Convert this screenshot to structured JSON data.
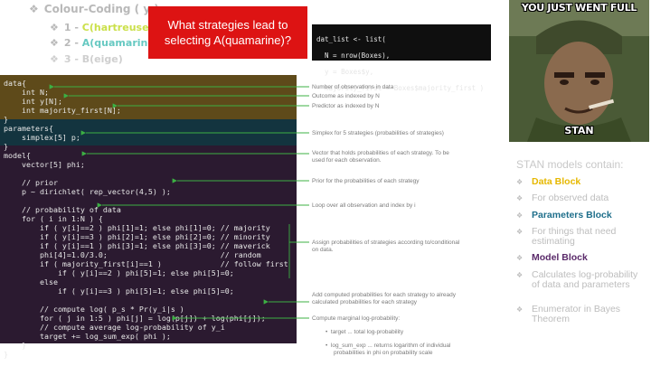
{
  "top_bullets": {
    "main": "Colour-Coding ( y ):",
    "items": [
      {
        "num": "1 - ",
        "colored": "C(hartreuse)",
        "color": "#cbe04a"
      },
      {
        "num": "2 - ",
        "colored": "A(quamarine)",
        "color": "#67c9c2"
      },
      {
        "num": "3 - ",
        "colored": "B(eige)",
        "color": "#cfcfcf"
      }
    ]
  },
  "question": "What strategies lead to selecting A(quamarine)?",
  "r_code": [
    "dat_list <- list(",
    "  N = nrow(Boxes),",
    "  y = Boxes$y,",
    "  majority_first = Boxes$majority_first )"
  ],
  "code_lines": [
    "data{",
    "    int N;",
    "    int y[N];",
    "    int majority_first[N];",
    "}",
    "parameters{",
    "    simplex[5] p;",
    "}",
    "model{",
    "    vector[5] phi;",
    "",
    "    // prior",
    "    p ~ dirichlet( rep_vector(4,5) );",
    "",
    "    // probability of data",
    "    for ( i in 1:N ) {",
    "        if ( y[i]==2 ) phi[1]=1; else phi[1]=0; // majority",
    "        if ( y[i]==3 ) phi[2]=1; else phi[2]=0; // minority",
    "        if ( y[i]==1 ) phi[3]=1; else phi[3]=0; // maverick",
    "        phi[4]=1.0/3.0;                         // random",
    "        if ( majority_first[i]==1 )             // follow first",
    "            if ( y[i]==2 ) phi[5]=1; else phi[5]=0;",
    "        else",
    "            if ( y[i]==3 ) phi[5]=1; else phi[5]=0;",
    "",
    "        // compute log( p_s * Pr(y_i|s )",
    "        for ( j in 1:5 ) phi[j] = log(p[j]) + log(phi[j]);",
    "        // compute average log-probability of y_i",
    "        target += log_sum_exp( phi );",
    "    }",
    "}"
  ],
  "annotations": {
    "n_obs": "Number of observations in data",
    "outcome": "Outcome as indexed by N",
    "predictor": "Predictor as indexed by N",
    "simplex": "Simplex for 5 strategies (probabilities of strategies)",
    "vector": [
      "Vector that holds probabilities of each strategy. To be",
      "used for each observation."
    ],
    "prior": "Prior for the probabilities of each strategy",
    "loop": "Loop over all observation and index by i",
    "assign": [
      "Assign probabilities of strategies according to/conditional",
      "on data."
    ],
    "add": [
      "Add computed probabilities for each strategy to already",
      "calculated probabilities for each strategy"
    ],
    "marginal": "Compute marginal log-probability:",
    "target_note": "target ...  total log-probability",
    "lse_note": [
      "log_sum_exp ...  returns logarithm of individual",
      "probabilities in phi on probability scale"
    ]
  },
  "meme": {
    "top": "YOU JUST WENT FULL",
    "bottom": "STAN"
  },
  "stan_list": {
    "title": "STAN models contain:",
    "items": [
      {
        "text": "Data Block",
        "color": "#e6b800",
        "bold": true
      },
      {
        "text": "For observed data",
        "color": "#bdbdbd",
        "bold": false
      },
      {
        "text": "Parameters Block",
        "color": "#1f6f8b",
        "bold": true
      },
      {
        "text": "For things that need estimating",
        "color": "#bdbdbd",
        "bold": false
      },
      {
        "text": "Model Block",
        "color": "#5a2a6a",
        "bold": true
      },
      {
        "text": "Calculates log-probability of data and parameters",
        "color": "#bdbdbd",
        "bold": false
      },
      {
        "text": "Enumerator in Bayes Theorem",
        "color": "#bdbdbd",
        "bold": false
      }
    ]
  },
  "colors": {
    "data_band": "#5e4a1a",
    "params_band": "#13343f",
    "model_bg": "#2b1a30",
    "arrow": "#3cb043",
    "question_bg": "#dd1313"
  }
}
